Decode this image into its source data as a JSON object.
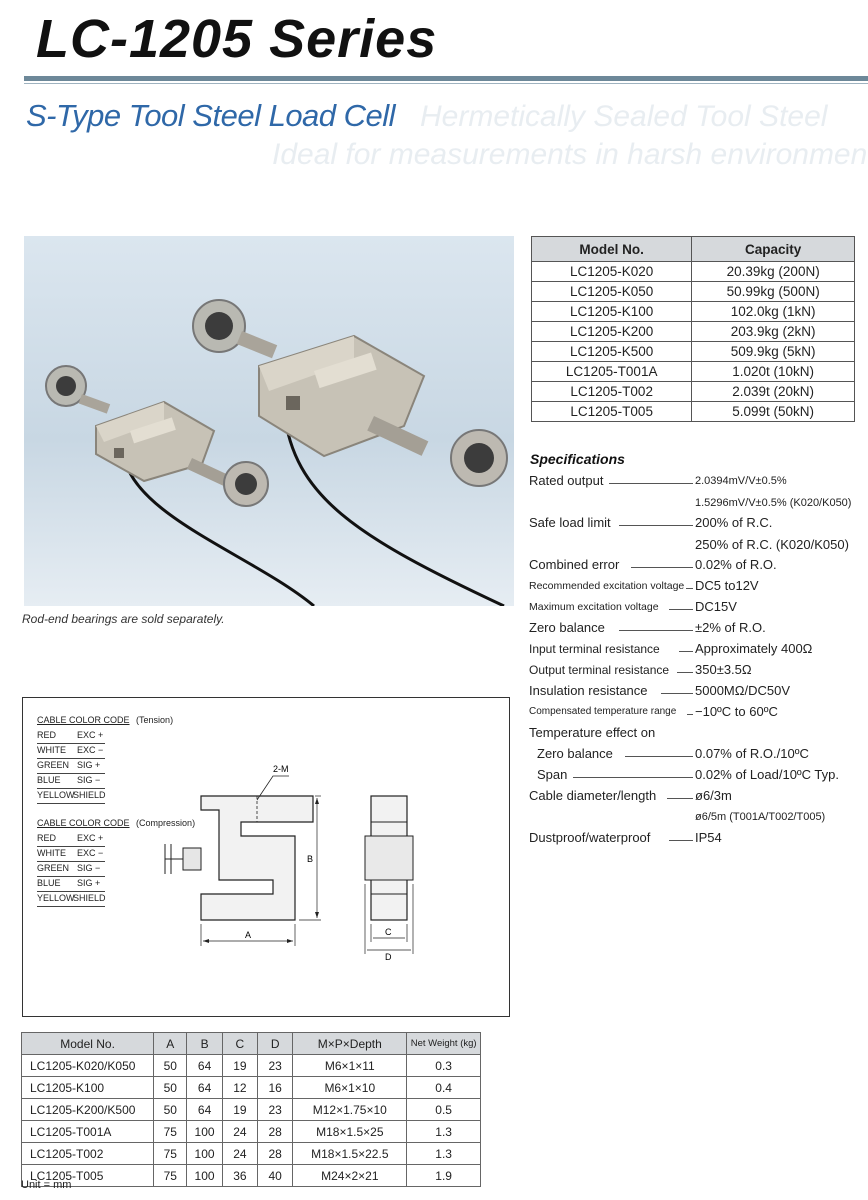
{
  "header": {
    "series_title": "LC-1205 Series",
    "subtitle": "S-Type Tool Steel Load Cell",
    "ghost_line_1": "Hermetically Sealed Tool Steel",
    "ghost_line_2": "Ideal for measurements in harsh environments"
  },
  "photo": {
    "caption": "Rod-end bearings are sold separately."
  },
  "capacity_table": {
    "headers": [
      "Model No.",
      "Capacity"
    ],
    "rows": [
      [
        "LC1205-K020",
        "20.39kg (200N)"
      ],
      [
        "LC1205-K050",
        "50.99kg (500N)"
      ],
      [
        "LC1205-K100",
        "102.0kg (1kN)"
      ],
      [
        "LC1205-K200",
        "203.9kg (2kN)"
      ],
      [
        "LC1205-K500",
        "509.9kg (5kN)"
      ],
      [
        "LC1205-T001A",
        "1.020t (10kN)"
      ],
      [
        "LC1205-T002",
        "2.039t (20kN)"
      ],
      [
        "LC1205-T005",
        "5.099t (50kN)"
      ]
    ]
  },
  "specifications": {
    "heading": "Specifications",
    "rated_output": {
      "label": "Rated output",
      "value": "2.0394mV/V±0.5%",
      "value2": "1.5296mV/V±0.5% (K020/K050)"
    },
    "safe_load_limit": {
      "label": "Safe load limit",
      "value": "200% of R.C.",
      "value2": "250% of R.C. (K020/K050)"
    },
    "combined_error": {
      "label": "Combined error",
      "value": "0.02% of R.O."
    },
    "recommended_excitation": {
      "label": "Recommended excitation voltage",
      "value": "DC5 to12V"
    },
    "maximum_excitation": {
      "label": "Maximum excitation voltage",
      "value": "DC15V"
    },
    "zero_balance": {
      "label": "Zero balance",
      "value": "±2% of R.O."
    },
    "input_resistance": {
      "label": "Input terminal resistance",
      "value": "Approximately 400Ω"
    },
    "output_resistance": {
      "label": "Output terminal resistance",
      "value": "350±3.5Ω"
    },
    "insulation_resistance": {
      "label": "Insulation resistance",
      "value": "5000MΩ/DC50V"
    },
    "compensated_range": {
      "label": "Compensated temperature range",
      "value": "−10ºC to 60ºC"
    },
    "temperature_effect": {
      "label": "Temperature effect on"
    },
    "temp_zero_balance": {
      "label": "Zero balance",
      "value": "0.07% of R.O./10ºC"
    },
    "temp_span": {
      "label": "Span",
      "value": "0.02% of Load/10ºC Typ."
    },
    "cable": {
      "label": "Cable diameter/length",
      "value": "ø6/3m",
      "value2": "ø6/5m (T001A/T002/T005)"
    },
    "dustproof": {
      "label": "Dustproof/waterproof",
      "value": "IP54"
    }
  },
  "drawing": {
    "tension": {
      "title": "CABLE COLOR CODE",
      "mode": "(Tension)",
      "rows": [
        [
          "RED",
          "EXC +"
        ],
        [
          "WHITE",
          "EXC −"
        ],
        [
          "GREEN",
          "SIG +"
        ],
        [
          "BLUE",
          "SIG −"
        ],
        [
          "YELLOW",
          "SHIELD"
        ]
      ]
    },
    "compression": {
      "title": "CABLE COLOR CODE",
      "mode": "(Compression)",
      "rows": [
        [
          "RED",
          "EXC +"
        ],
        [
          "WHITE",
          "EXC −"
        ],
        [
          "GREEN",
          "SIG −"
        ],
        [
          "BLUE",
          "SIG +"
        ],
        [
          "YELLOW",
          "SHIELD"
        ]
      ]
    },
    "labels": {
      "thread": "2-M",
      "a": "A",
      "b": "B",
      "c": "C",
      "d": "D"
    }
  },
  "dimension_table": {
    "headers": [
      "Model No.",
      "A",
      "B",
      "C",
      "D",
      "M×P×Depth",
      "Net Weight (kg)"
    ],
    "rows": [
      [
        "LC1205-K020/K050",
        "50",
        "64",
        "19",
        "23",
        "M6×1×11",
        "0.3"
      ],
      [
        "LC1205-K100",
        "50",
        "64",
        "12",
        "16",
        "M6×1×10",
        "0.4"
      ],
      [
        "LC1205-K200/K500",
        "50",
        "64",
        "19",
        "23",
        "M12×1.75×10",
        "0.5"
      ],
      [
        "LC1205-T001A",
        "75",
        "100",
        "24",
        "28",
        "M18×1.5×25",
        "1.3"
      ],
      [
        "LC1205-T002",
        "75",
        "100",
        "24",
        "28",
        "M18×1.5×22.5",
        "1.3"
      ],
      [
        "LC1205-T005",
        "75",
        "100",
        "36",
        "40",
        "M24×2×21",
        "1.9"
      ]
    ],
    "unit_note": "Unit = mm"
  },
  "colors": {
    "subtitle": "#2f68a8",
    "rule": "#6d8899",
    "table_header": "#d6d9dc"
  }
}
